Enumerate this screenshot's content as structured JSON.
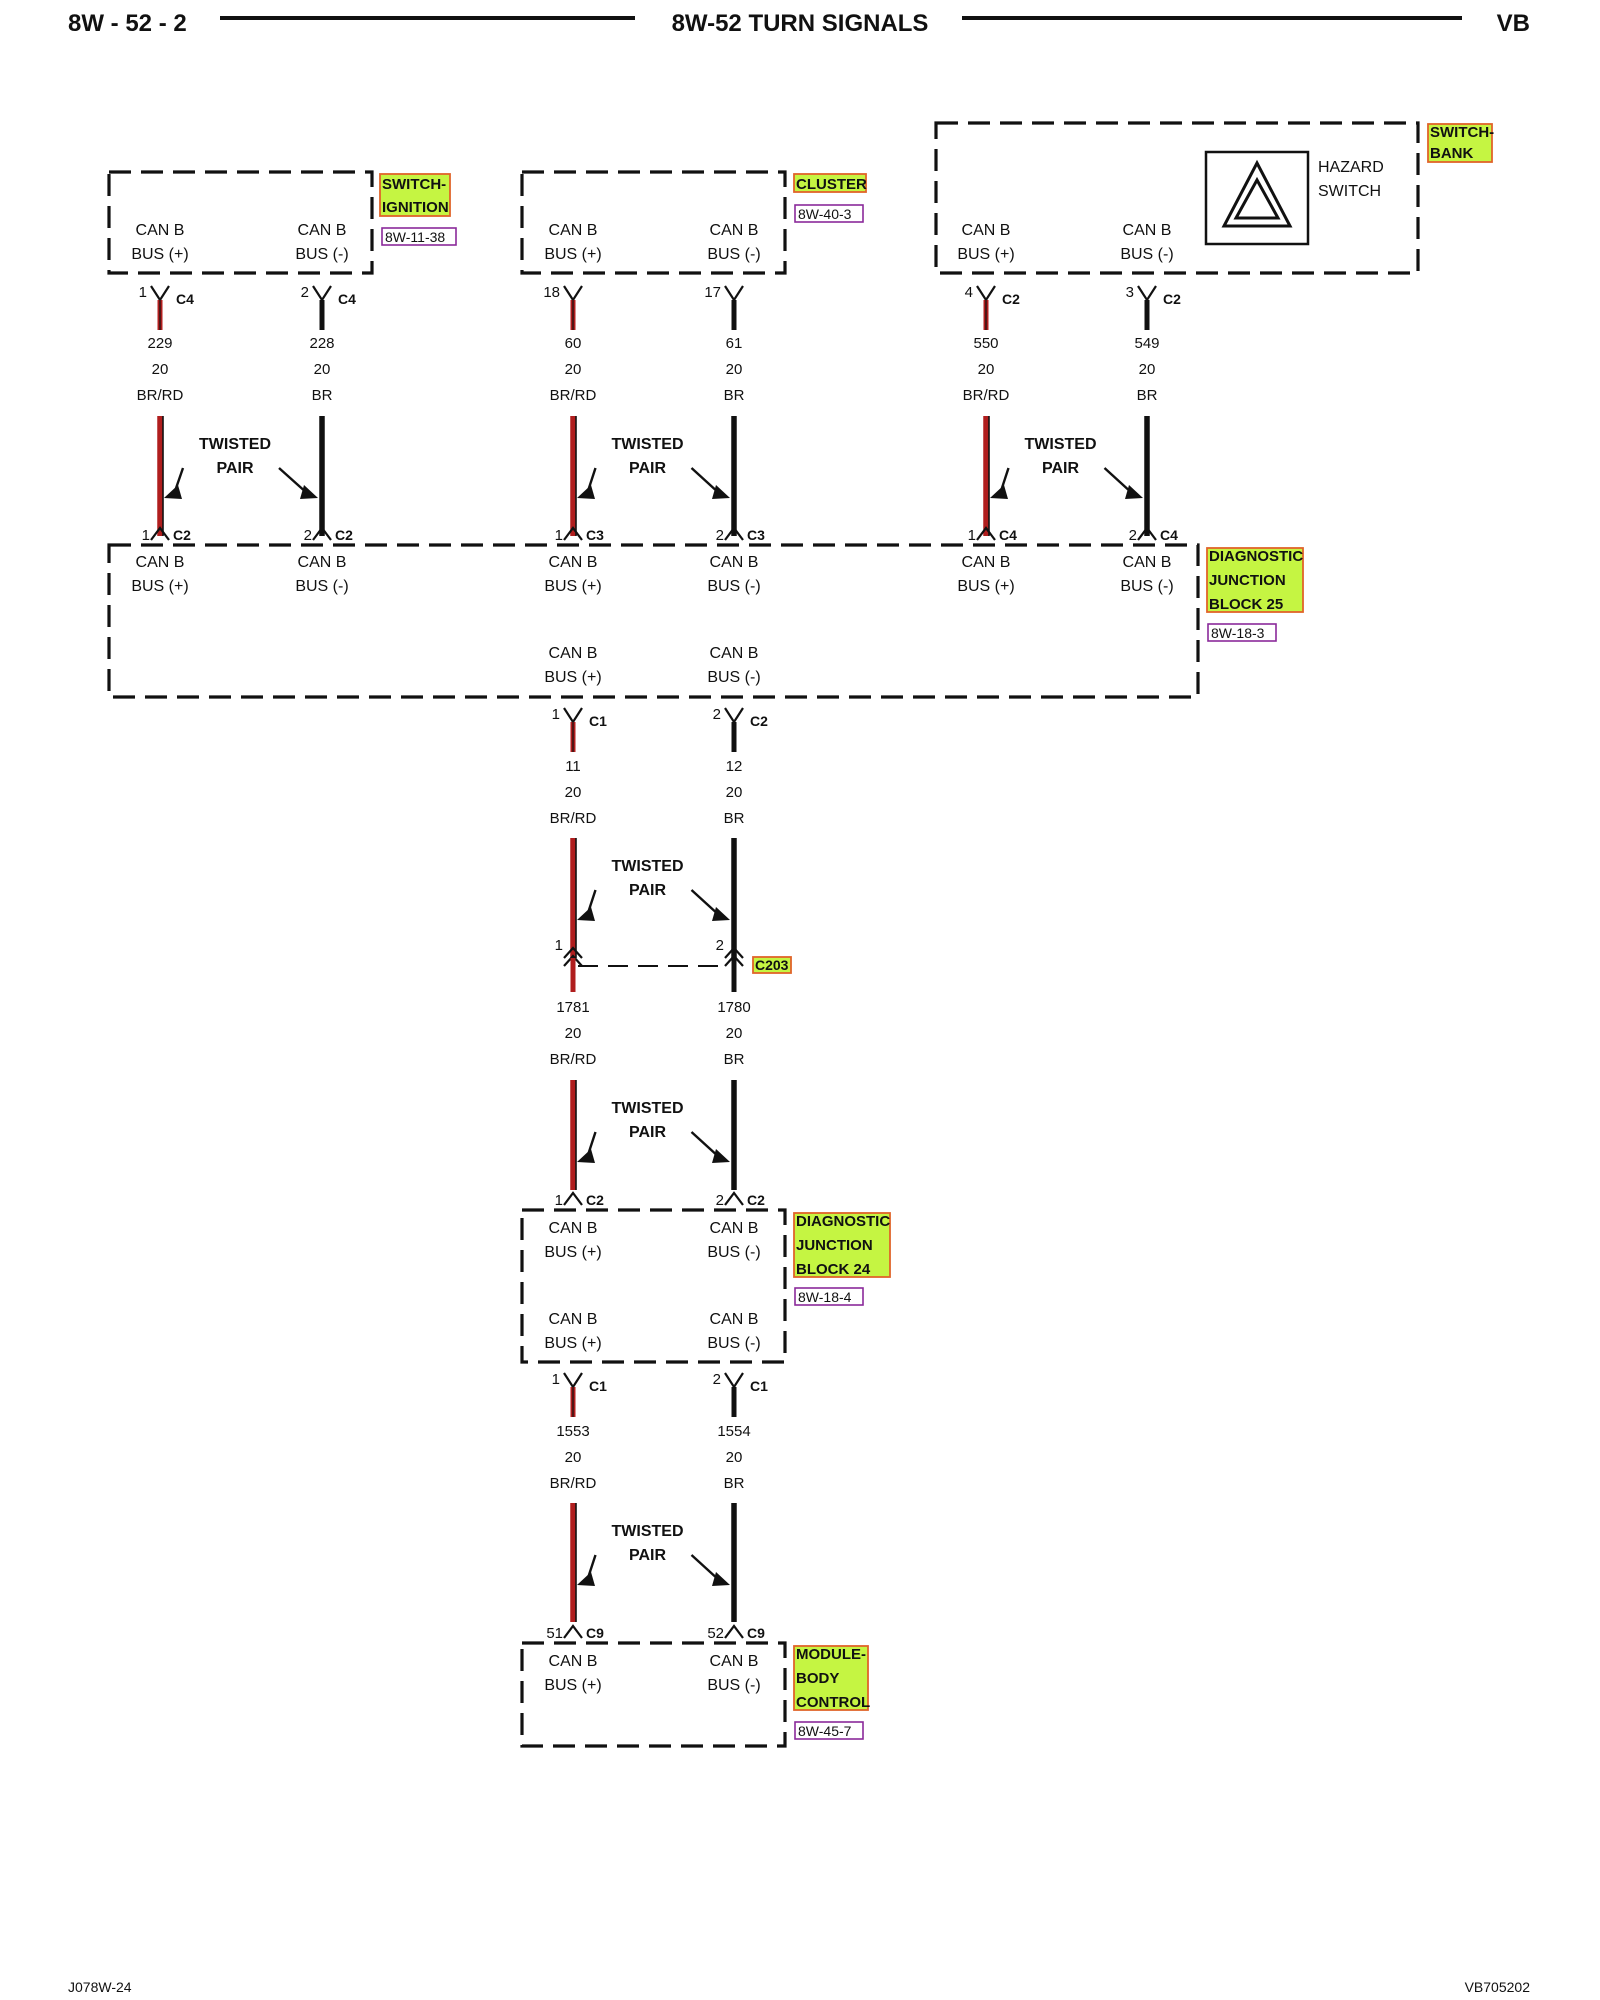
{
  "header": {
    "page": "8W - 52 - 2",
    "title": "8W-52 TURN SIGNALS",
    "code": "VB"
  },
  "footer": {
    "left": "J078W-24",
    "right": "VB705202"
  },
  "colors": {
    "br_rd": "#b01e1e",
    "br": "#111111",
    "highlight": "#c5f542",
    "highlight_border": "#e0642a",
    "ref_border": "#8a2a9a"
  },
  "text": {
    "can_b": "CAN B",
    "bus_pos": "BUS (+)",
    "bus_neg": "BUS (-)",
    "twisted": "TWISTED",
    "pair": "PAIR"
  },
  "components": {
    "ignition": {
      "lines": [
        "SWITCH-",
        "IGNITION"
      ],
      "ref": "8W-11-38"
    },
    "cluster": {
      "lines": [
        "CLUSTER"
      ],
      "ref": "8W-40-3"
    },
    "switch_bank": {
      "lines": [
        "SWITCH-",
        "BANK"
      ],
      "hazard": [
        "HAZARD",
        "SWITCH"
      ]
    },
    "djb25": {
      "lines": [
        "DIAGNOSTIC",
        "JUNCTION",
        "BLOCK 25"
      ],
      "ref": "8W-18-3"
    },
    "djb24": {
      "lines": [
        "DIAGNOSTIC",
        "JUNCTION",
        "BLOCK 24"
      ],
      "ref": "8W-18-4"
    },
    "bcm": {
      "lines": [
        "MODULE-",
        "BODY",
        "CONTROL"
      ],
      "ref": "8W-45-7"
    },
    "c203": "C203"
  },
  "pairs": [
    {
      "top": [
        {
          "pin": "1",
          "conn": "C4"
        },
        {
          "pin": "2",
          "conn": "C4"
        }
      ],
      "bottom": [
        {
          "pin": "1",
          "conn": "C2"
        },
        {
          "pin": "2",
          "conn": "C2"
        }
      ],
      "circuits": [
        {
          "num": "229",
          "gauge": "20",
          "color": "BR/RD"
        },
        {
          "num": "228",
          "gauge": "20",
          "color": "BR"
        }
      ]
    },
    {
      "top": [
        {
          "pin": "18",
          "conn": ""
        },
        {
          "pin": "17",
          "conn": ""
        }
      ],
      "bottom": [
        {
          "pin": "1",
          "conn": "C3"
        },
        {
          "pin": "2",
          "conn": "C3"
        }
      ],
      "circuits": [
        {
          "num": "60",
          "gauge": "20",
          "color": "BR/RD"
        },
        {
          "num": "61",
          "gauge": "20",
          "color": "BR"
        }
      ]
    },
    {
      "top": [
        {
          "pin": "4",
          "conn": "C2"
        },
        {
          "pin": "3",
          "conn": "C2"
        }
      ],
      "bottom": [
        {
          "pin": "1",
          "conn": "C4"
        },
        {
          "pin": "2",
          "conn": "C4"
        }
      ],
      "circuits": [
        {
          "num": "550",
          "gauge": "20",
          "color": "BR/RD"
        },
        {
          "num": "549",
          "gauge": "20",
          "color": "BR"
        }
      ]
    },
    {
      "top": [
        {
          "pin": "1",
          "conn": "C1"
        },
        {
          "pin": "2",
          "conn": "C2"
        }
      ],
      "bottom": [
        {
          "pin": "1",
          "conn": ""
        },
        {
          "pin": "2",
          "conn": ""
        }
      ],
      "circuits": [
        {
          "num": "11",
          "gauge": "20",
          "color": "BR/RD"
        },
        {
          "num": "12",
          "gauge": "20",
          "color": "BR"
        }
      ]
    },
    {
      "top": [
        {
          "pin": "",
          "conn": ""
        },
        {
          "pin": "",
          "conn": ""
        }
      ],
      "bottom": [
        {
          "pin": "1",
          "conn": "C2"
        },
        {
          "pin": "2",
          "conn": "C2"
        }
      ],
      "circuits": [
        {
          "num": "1781",
          "gauge": "20",
          "color": "BR/RD"
        },
        {
          "num": "1780",
          "gauge": "20",
          "color": "BR"
        }
      ]
    },
    {
      "top": [
        {
          "pin": "1",
          "conn": "C1"
        },
        {
          "pin": "2",
          "conn": "C1"
        }
      ],
      "bottom": [
        {
          "pin": "51",
          "conn": "C9"
        },
        {
          "pin": "52",
          "conn": "C9"
        }
      ],
      "circuits": [
        {
          "num": "1553",
          "gauge": "20",
          "color": "BR/RD"
        },
        {
          "num": "1554",
          "gauge": "20",
          "color": "BR"
        }
      ]
    }
  ]
}
